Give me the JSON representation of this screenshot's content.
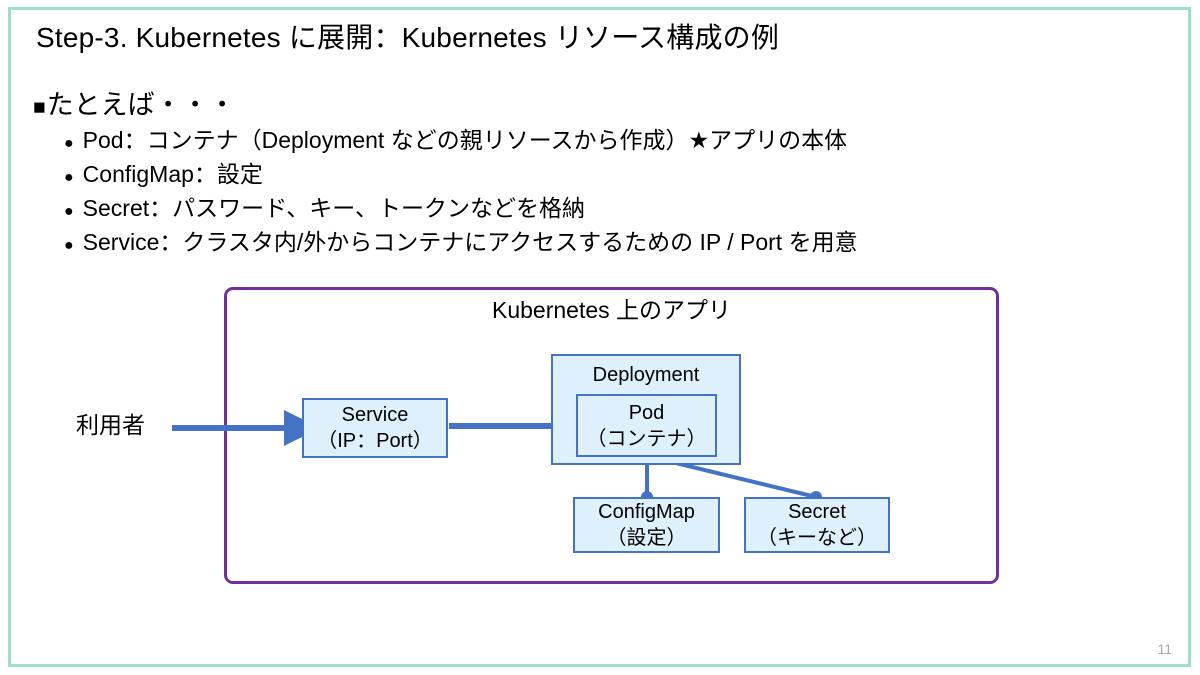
{
  "slide": {
    "title": "Step-3. Kubernetes に展開：Kubernetes リソース構成の例",
    "page_number": "11",
    "frame_color": "#9fdfc8"
  },
  "bullets": {
    "heading": {
      "marker": "■",
      "text": "たとえば・・・"
    },
    "items": [
      {
        "marker": "●",
        "text": "Pod：コンテナ（Deployment などの親リソースから作成）★アプリの本体"
      },
      {
        "marker": "●",
        "text": "ConfigMap：設定"
      },
      {
        "marker": "●",
        "text": "Secret：パスワード、キー、トークンなどを格納"
      },
      {
        "marker": "●",
        "text": "Service：クラスタ内/外からコンテナにアクセスするための IP / Port を用意"
      }
    ]
  },
  "diagram": {
    "outer_box_title": "Kubernetes 上のアプリ",
    "outer_box_color": "#7030a0",
    "node_border_color": "#4472c4",
    "node_fill_color": "#ddf0fc",
    "arrow_color": "#4472c4",
    "user_label": "利用者",
    "nodes": {
      "service": {
        "line1": "Service",
        "line2": "（IP：Port）"
      },
      "deployment": {
        "label": "Deployment"
      },
      "pod": {
        "line1": "Pod",
        "line2": "（コンテナ）"
      },
      "configmap": {
        "line1": "ConfigMap",
        "line2": "（設定）"
      },
      "secret": {
        "line1": "Secret",
        "line2": "（キーなど）"
      }
    },
    "connectors": [
      {
        "name": "user-to-service",
        "type": "arrow"
      },
      {
        "name": "service-to-pod",
        "type": "arrow"
      },
      {
        "name": "pod-to-configmap",
        "type": "line"
      },
      {
        "name": "pod-to-secret",
        "type": "line"
      }
    ]
  }
}
